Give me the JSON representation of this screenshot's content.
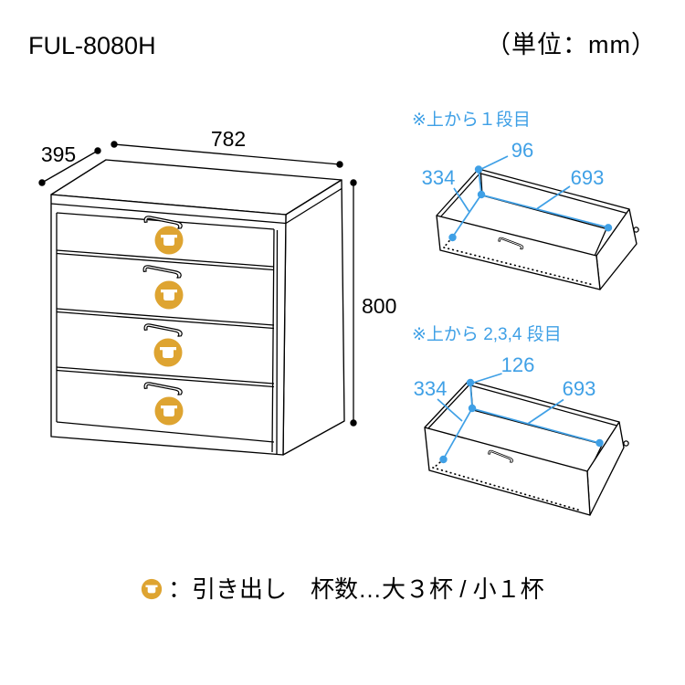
{
  "header": {
    "model": "FUL-8080H",
    "unit_note": "（単位：mm）"
  },
  "chest": {
    "width_mm": "782",
    "depth_mm": "395",
    "height_mm": "800",
    "drawer_count": 4
  },
  "detail_top_drawer": {
    "label": "※上から１段目",
    "inner_depth_mm": "334",
    "inner_height_mm": "96",
    "inner_width_mm": "693"
  },
  "detail_lower_drawers": {
    "label": "※上から 2,3,4 段目",
    "inner_depth_mm": "334",
    "inner_height_mm": "126",
    "inner_width_mm": "693"
  },
  "legend": {
    "icon": "drawer-marker-icon",
    "text": "：引き出し　杯数…大３杯 / 小１杯"
  },
  "colors": {
    "accent_blue": "#3FA0E6",
    "gold": "#DEA431",
    "line": "#000000",
    "background": "#FFFFFF"
  }
}
